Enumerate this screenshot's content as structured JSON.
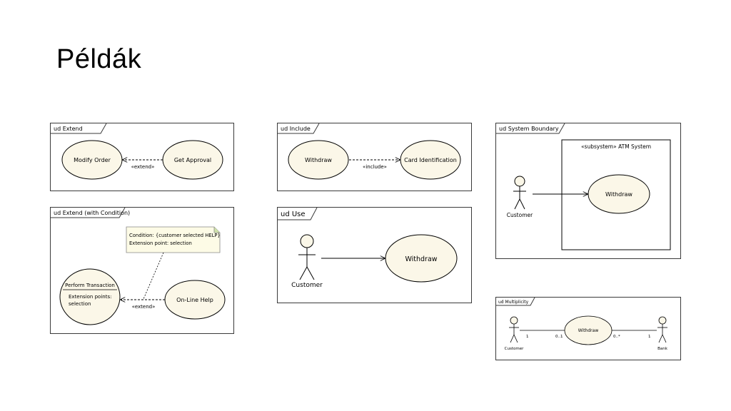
{
  "slide": {
    "title": "Példák"
  },
  "colors": {
    "usecase_fill": "#fbf7e8",
    "note_fill": "#fdfbe6",
    "stroke": "#000000"
  },
  "diagrams": {
    "extend": {
      "frame_label": "ud Extend",
      "usecase_a": "Modify Order",
      "usecase_b": "Get Approval",
      "stereotype": "«extend»"
    },
    "include": {
      "frame_label": "ud Include",
      "usecase_a": "Withdraw",
      "usecase_b": "Card Identification",
      "stereotype": "«include»"
    },
    "system_boundary": {
      "frame_label": "ud System Boundary",
      "subsystem_label": "«subsystem» ATM System",
      "actor": "Customer",
      "usecase": "Withdraw"
    },
    "extend_condition": {
      "frame_label": "ud Extend (with Condition)",
      "note_line1": "Condition: {customer selected HELP}",
      "note_line2": "Extension point: selection",
      "usecase_a_title": "Perform Transaction",
      "usecase_a_ext1": "Extension points:",
      "usecase_a_ext2": "selection",
      "usecase_b": "On-Line Help",
      "stereotype": "«extend»"
    },
    "use": {
      "frame_label": "ud Use",
      "actor": "Customer",
      "usecase": "Withdraw"
    },
    "multiplicity": {
      "frame_label": "ud Multiplicity",
      "actor_left": "Customer",
      "actor_right": "Bank",
      "usecase": "Withdraw",
      "mult_left_actor": "1",
      "mult_left_usecase": "0..1",
      "mult_right_usecase": "0..*",
      "mult_right_actor": "1"
    }
  }
}
